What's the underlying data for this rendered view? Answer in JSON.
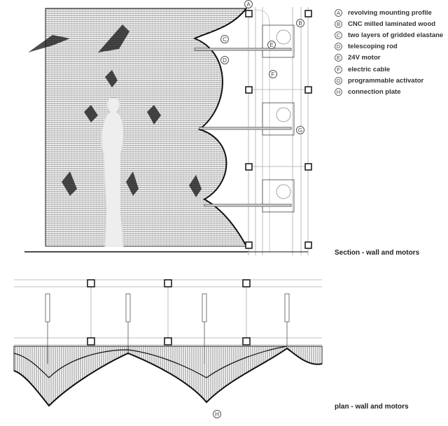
{
  "legend": [
    {
      "key": "A",
      "label": "revolving mounting profile"
    },
    {
      "key": "B",
      "label": "CNC milled laminated wood"
    },
    {
      "key": "C",
      "label": "two layers of gridded elastane"
    },
    {
      "key": "D",
      "label": "telescoping rod"
    },
    {
      "key": "E",
      "label": "24V motor"
    },
    {
      "key": "F",
      "label": "electric cable"
    },
    {
      "key": "G",
      "label": "programmable activator"
    },
    {
      "key": "H",
      "label": "connection plate"
    }
  ],
  "captions": {
    "section": "Section  - wall and motors",
    "plan": "plan - wall and motors"
  },
  "colors": {
    "ink": "#222222",
    "line": "#999999",
    "figure": "#eeeeee"
  }
}
